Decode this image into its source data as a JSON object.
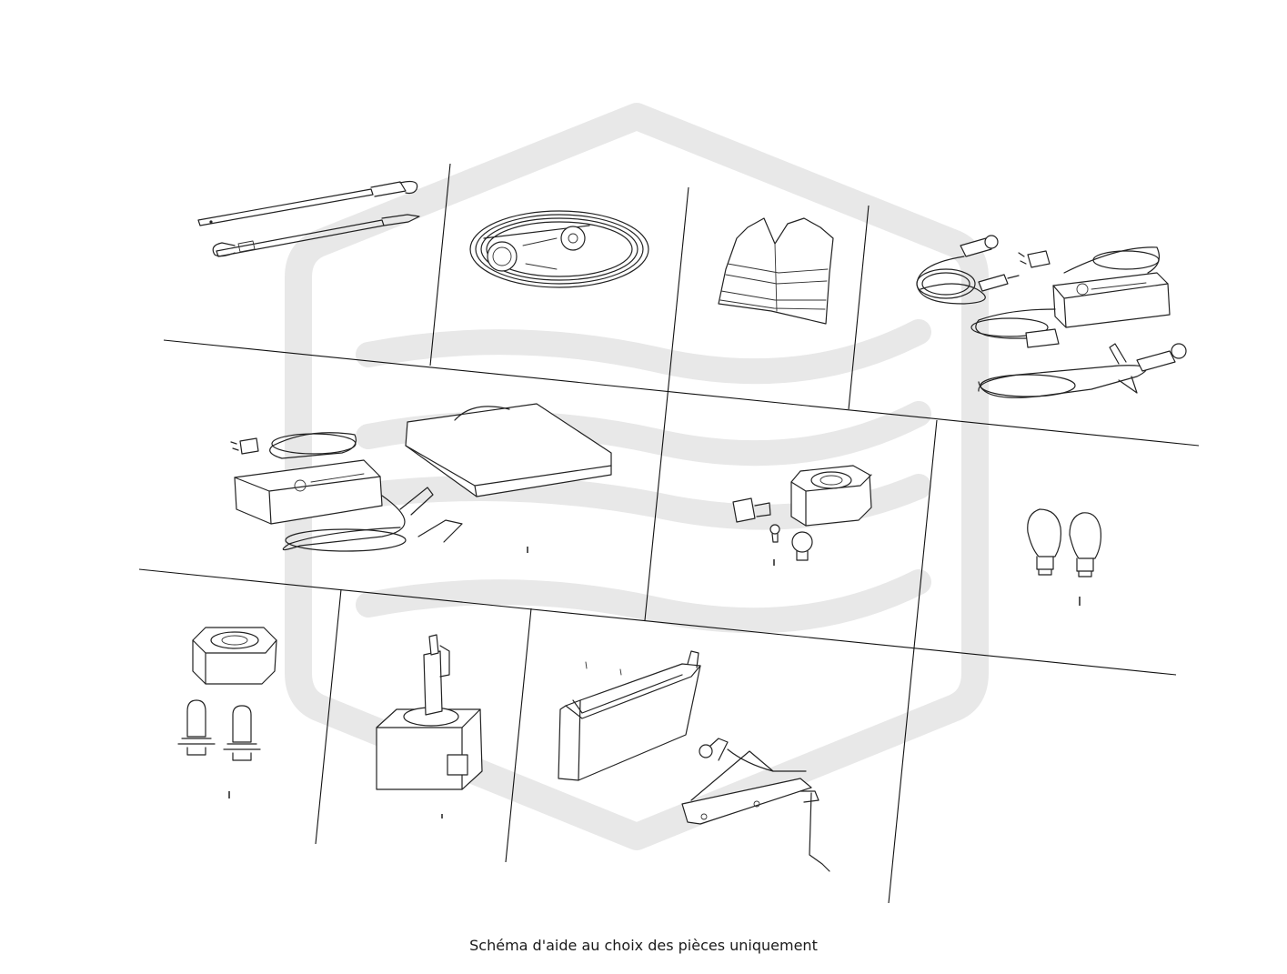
{
  "caption": "Schéma d'aide au choix des pièces uniquement",
  "parts": [
    {
      "id": "tow-bars",
      "icon": "tow-bar-icon"
    },
    {
      "id": "tow-strap",
      "icon": "tow-strap-icon"
    },
    {
      "id": "safety-vest",
      "icon": "safety-vest-icon"
    },
    {
      "id": "charger-cables",
      "icon": "battery-charger-cables-icon"
    },
    {
      "id": "battery-charger-case",
      "icon": "battery-charger-case-icon"
    },
    {
      "id": "bulb-kit",
      "icon": "bulb-kit-icon"
    },
    {
      "id": "indicator-bulbs",
      "icon": "indicator-bulb-icon"
    },
    {
      "id": "h7-bulb-kit",
      "icon": "h7-bulb-icon"
    },
    {
      "id": "xenon-bulb",
      "icon": "xenon-bulb-icon"
    },
    {
      "id": "car-jack",
      "icon": "car-jack-icon"
    }
  ],
  "colors": {
    "lines": "#222222",
    "watermark": "#e8e8e8",
    "background": "#ffffff"
  }
}
